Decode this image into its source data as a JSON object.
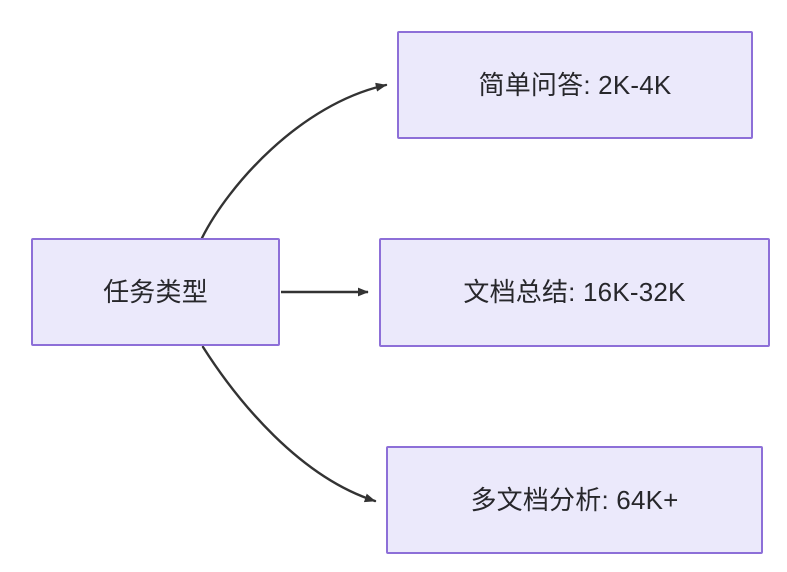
{
  "diagram": {
    "type": "flowchart",
    "direction": "left-to-right",
    "background_color": "#ffffff",
    "node_fill_color": "#ebe9fb",
    "node_border_color": "#8d6fd8",
    "node_text_color": "#27272b",
    "edge_color": "#333333",
    "root": {
      "id": "task-type",
      "label": "任务类型"
    },
    "branches": [
      {
        "id": "simple-qa",
        "label": "简单问答: 2K-4K",
        "task": "简单问答",
        "context_length": "2K-4K",
        "edge_style": "curved"
      },
      {
        "id": "doc-summary",
        "label": "文档总结: 16K-32K",
        "task": "文档总结",
        "context_length": "16K-32K",
        "edge_style": "straight"
      },
      {
        "id": "multi-doc-analysis",
        "label": "多文档分析: 64K+",
        "task": "多文档分析",
        "context_length": "64K+",
        "edge_style": "curved"
      }
    ]
  }
}
